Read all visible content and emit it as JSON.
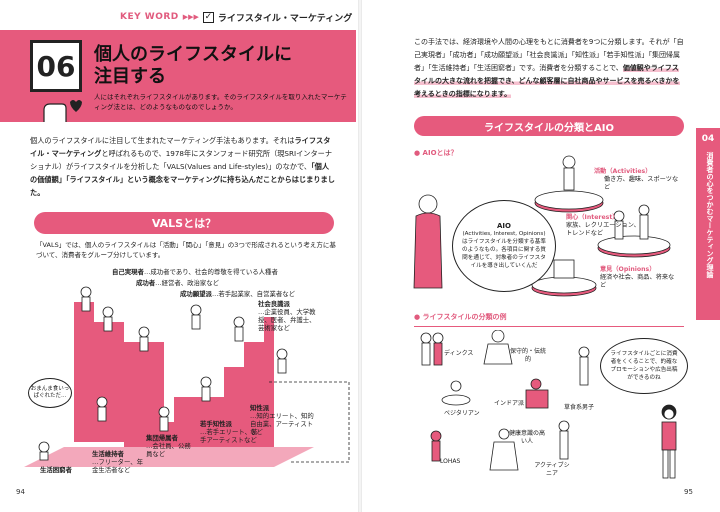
{
  "header": {
    "keyword": "KEY WORD",
    "check": "✓",
    "topic": "ライフスタイル・マーケティング"
  },
  "title": {
    "number": "06",
    "line1": "個人のライフスタイルに",
    "line2": "注目する",
    "subtitle": "人にはそれぞれライフスタイルがあります。そのライフスタイルを取り入れたマーケティング法とは、どのようなものなのでしょうか。"
  },
  "body": {
    "p1a": "個人のライフスタイルに注目して生まれたマーケティング手法もあります。それは",
    "p1b": "ライフスタイル・マーケティング",
    "p1c": "と呼ばれるもので、1978年にスタンフォード研究所（現SRIインターナショナル）がライフスタイルを分析した「VALS(Values and Life-styles)」のなかで、",
    "p1d": "「個人の価値観」「ライフスタイル」という概念をマーケティングに持ち込んだことからはじまりました。"
  },
  "vals": {
    "heading": "VALSとは？",
    "desc": "「VALS」では、個人のライフスタイルは「活動」「関心」「意見」の3つで形成されるという考え方に基づいて、消費者をグループ分けしています。",
    "speech": "おまんま食いっぱぐれただ…",
    "groups": [
      {
        "name": "自己実現者",
        "desc": "…成功者であり、社会的尊敬を得ている人種者"
      },
      {
        "name": "成功者",
        "desc": "…経営者、政治家など"
      },
      {
        "name": "成功願望派",
        "desc": "…若手起業家、自営業者など"
      },
      {
        "name": "社会良識派",
        "desc": "…企業役員、大学教授、医者、弁護士、芸術家など"
      },
      {
        "name": "知性派",
        "desc": "…知的エリート、知的自由業、アーティストなど"
      },
      {
        "name": "若手知性派",
        "desc": "…若手エリート、若手アーティストなど"
      },
      {
        "name": "集団帰属者",
        "desc": "…会社員、公務員など"
      },
      {
        "name": "生活維持者",
        "desc": "…フリーター、年金生活者など"
      },
      {
        "name": "生活困窮者",
        "desc": ""
      }
    ]
  },
  "right": {
    "intro_a": "この手法では、経済環境や人間の心理をもとに消費者を9つに分類します。それが「自己実現者」「成功者」「成功願望派」「社会良識派」「知性派」「若手知性派」「集団帰属者」「生活維持者」「生活困窮者」です。消費者を分類することで、",
    "intro_b": "価値観やライフスタイルの大きな流れを把握でき、どんな顧客層に自社商品やサービスを売るべきかを考えるときの指標になります。",
    "aio_heading": "ライフスタイルの分類とAIO",
    "aio_question": "● AIOとは？",
    "aio_bubble_head": "AIO",
    "aio_bubble_sub": "(Activities, Interest, Opinions)",
    "aio_bubble_body": "はライフスタイルを分類する基準のようなもの。各項目に関する質問を通じて、対象者のライフスタイルを導き出していくんだ",
    "activities_cap": "活動（Activities）",
    "activities_desc": "働き方、趣味、スポーツなど",
    "interest_cap": "関心（Interest）",
    "interest_desc": "家族、レクリエーション、トレンドなど",
    "opinions_cap": "意見（Opinions）",
    "opinions_desc": "経済や社会、商品、将来など",
    "types_heading": "● ライフスタイルの分類の例",
    "types": [
      "ディンクス",
      "保守的・伝統的",
      "ベジタリアン",
      "インドア派",
      "草食系男子",
      "健康意識の高い人",
      "LOHAS",
      "アクティブシニア"
    ],
    "types_bubble": "ライフスタイルごとに消費者をくくることで、的確なプロモーションや広告出稿ができるのね",
    "side_num": "04",
    "side_text": "消費者の心をつかむマーケティング理論"
  },
  "pages": {
    "left": "94",
    "right": "95"
  },
  "colors": {
    "accent": "#e65a7d",
    "highlight": "#f6c0cf"
  }
}
